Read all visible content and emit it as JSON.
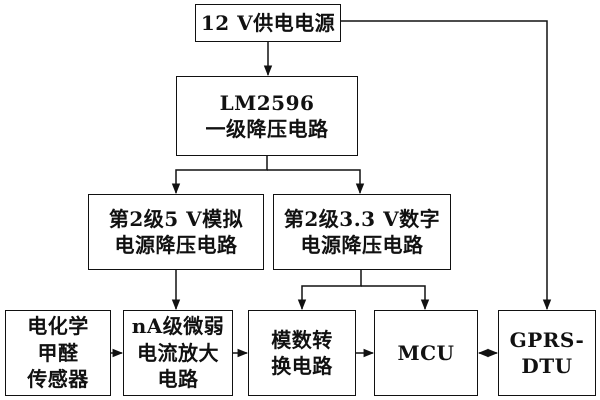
{
  "diagram": {
    "nodes": {
      "power_12v": {
        "lines": [
          "12 V供电电源"
        ]
      },
      "lm2596": {
        "lines": [
          "LM2596",
          "一级降压电路"
        ]
      },
      "stage2_5v_analog": {
        "lines": [
          "第2级5 V模拟",
          "电源降压电路"
        ]
      },
      "stage2_3v3_digital": {
        "lines": [
          "第2级3.3 V数字",
          "电源降压电路"
        ]
      },
      "sensor": {
        "lines": [
          "电化学",
          "甲醛",
          "传感器"
        ]
      },
      "na_amp": {
        "lines": [
          "nA级微弱",
          "电流放大",
          "电路"
        ]
      },
      "adc": {
        "lines": [
          "模数转",
          "换电路"
        ]
      },
      "mcu": {
        "lines": [
          "MCU"
        ]
      },
      "gprs_dtu": {
        "lines": [
          "GPRS-",
          "DTU"
        ]
      }
    },
    "edges": [
      {
        "from": "power_12v",
        "to": "lm2596",
        "style": "solid"
      },
      {
        "from": "power_12v",
        "to": "gprs_dtu",
        "style": "solid"
      },
      {
        "from": "lm2596",
        "to": "stage2_5v_analog",
        "style": "solid"
      },
      {
        "from": "lm2596",
        "to": "stage2_3v3_digital",
        "style": "solid"
      },
      {
        "from": "stage2_5v_analog",
        "to": "na_amp",
        "style": "solid"
      },
      {
        "from": "stage2_3v3_digital",
        "to": "adc",
        "style": "solid"
      },
      {
        "from": "stage2_3v3_digital",
        "to": "mcu",
        "style": "solid"
      },
      {
        "from": "sensor",
        "to": "na_amp",
        "style": "solid"
      },
      {
        "from": "na_amp",
        "to": "adc",
        "style": "solid"
      },
      {
        "from": "adc",
        "to": "mcu",
        "style": "solid"
      },
      {
        "from": "mcu",
        "to": "gprs_dtu",
        "style": "bidirectional"
      }
    ],
    "colors": {
      "line": "#111111",
      "box_fill": "#ffffff"
    }
  }
}
